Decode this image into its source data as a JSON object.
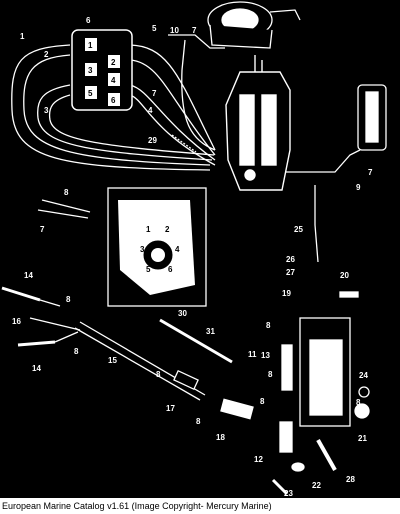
{
  "caption": "European Marine Catalog v1.61 (Image Copyright- Mercury Marine)",
  "callouts": [
    "1",
    "2",
    "3",
    "4",
    "5",
    "6",
    "7",
    "7",
    "7",
    "7",
    "8",
    "8",
    "8",
    "8",
    "8",
    "8",
    "8",
    "8",
    "8",
    "9",
    "10",
    "11",
    "12",
    "13",
    "14",
    "14",
    "15",
    "16",
    "17",
    "18",
    "19",
    "20",
    "21",
    "22",
    "23",
    "24",
    "25",
    "26",
    "27",
    "28",
    "29",
    "30",
    "31"
  ],
  "module_numbers": [
    "1",
    "2",
    "3",
    "4",
    "5",
    "6"
  ],
  "inset_numbers": [
    "1",
    "2",
    "3",
    "4",
    "5",
    "6"
  ],
  "colors": {
    "background": "#000000",
    "line": "#ffffff",
    "caption_bg": "#ffffff",
    "caption_text": "#000000"
  }
}
